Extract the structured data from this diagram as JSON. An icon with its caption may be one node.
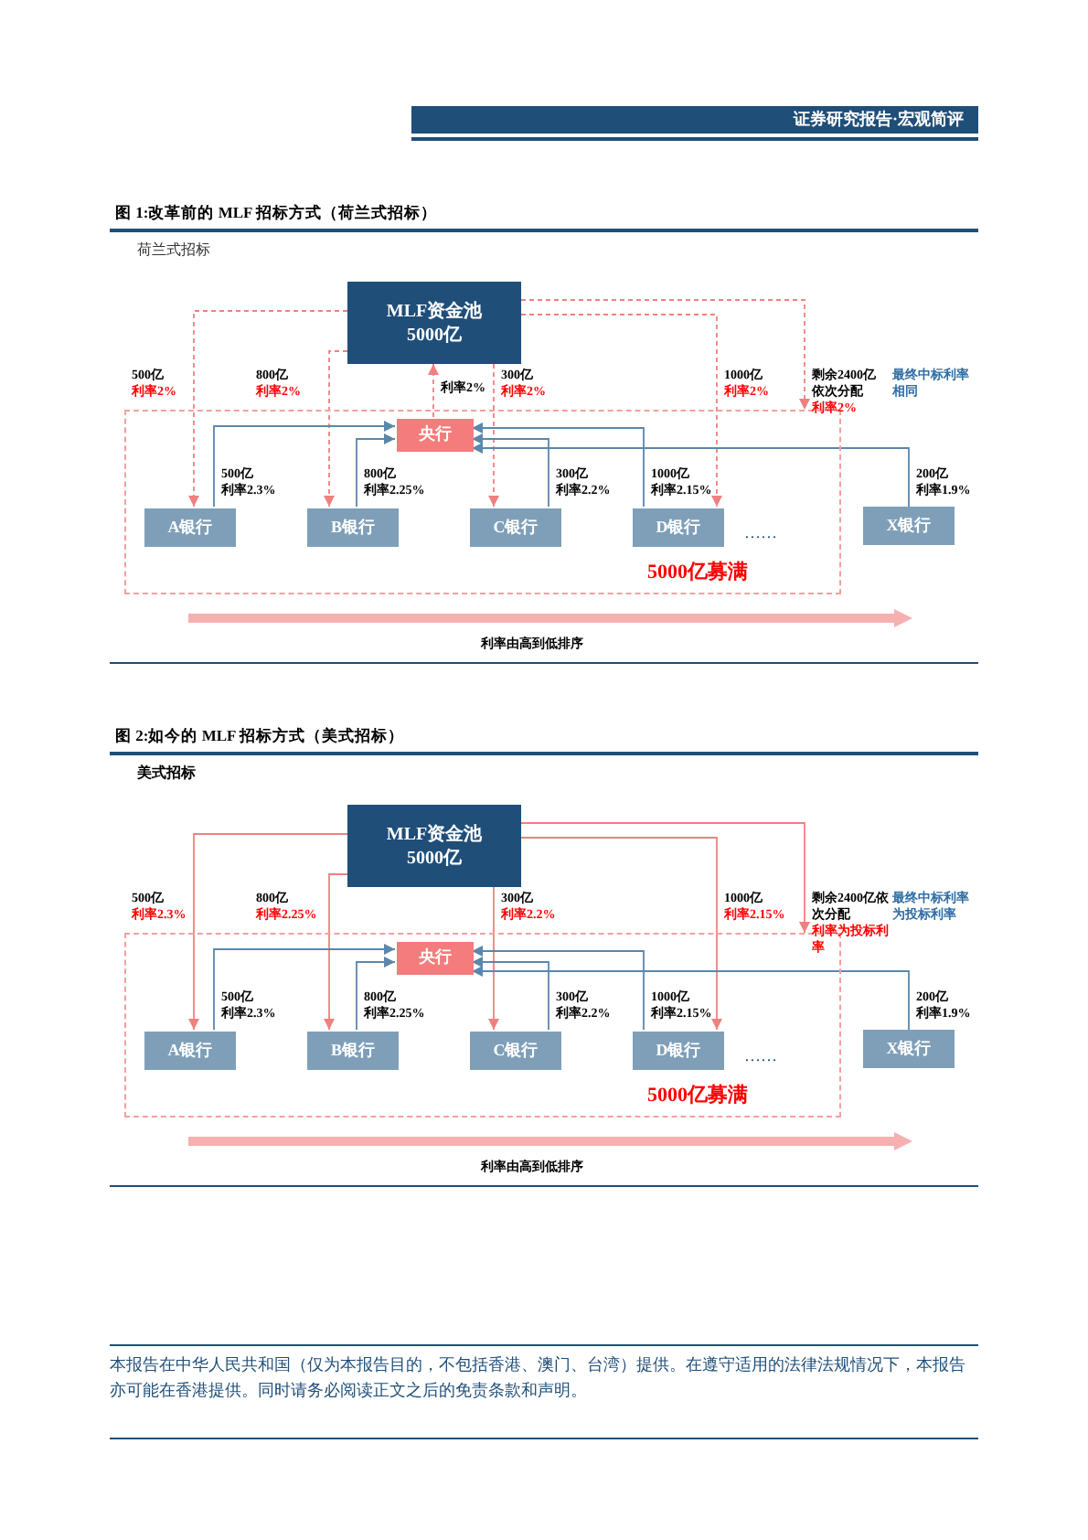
{
  "diagram": {
    "nodes": [
      {
        "text": [
          "MLF资金池 5000亿"
        ]
      },
      {
        "text": [
          "5000亿募满"
        ]
      },
      {
        "text": [
          "央行"
        ],
        "in": 1
      },
      {
        "text": [
          "A银行"
        ],
        "in": 1
      },
      {
        "text": [
          "B银行"
        ],
        "in": 1
      },
      {
        "text": [
          "C银行"
        ],
        "in": 1
      },
      {
        "text": [
          "D银行"
        ],
        "in": 1
      },
      {
        "text": [
          "X银行"
        ]
      },
      {
        "text": [
          "MLF资金池 5000亿"
        ]
      },
      {
        "text": [
          "5000亿募满"
        ]
      },
      {
        "text": [
          "央行"
        ],
        "in": 9
      },
      {
        "text": [
          "A银行"
        ],
        "in": 9
      },
      {
        "text": [
          "B银行"
        ],
        "in": 9
      },
      {
        "text": [
          "C银行"
        ],
        "in": 9
      },
      {
        "text": [
          "D银行"
        ],
        "in": 9
      },
      {
        "text": [
          "X银行"
        ]
      }
    ],
    "edges": [
      {
        "from": 0,
        "to": 3,
        "arrow": "to",
        "label": "500亿利率2%",
        "style": "dashed"
      },
      {
        "from": 0,
        "to": 4,
        "arrow": "to",
        "label": "800亿利率2%",
        "style": "dashed"
      },
      {
        "from": 2,
        "to": 0,
        "arrow": "to",
        "label": "利率2%",
        "style": "dashed"
      },
      {
        "from": 0,
        "to": 5,
        "arrow": "to",
        "label": "300亿利率2%",
        "style": "dashed"
      },
      {
        "from": 0,
        "to": 6,
        "arrow": "to",
        "label": "1000亿利率2%",
        "style": "dashed"
      },
      {
        "from": 0,
        "to": 1,
        "arrow": "to",
        "label": "剩余2400亿依次分配利率2%",
        "style": "dashed"
      },
      {
        "from": 3,
        "to": 2,
        "arrow": "to",
        "label": "500亿利率2.3%",
        "color": "#5b87ab"
      },
      {
        "from": 4,
        "to": 2,
        "arrow": "to",
        "label": "800亿利率2.25%",
        "color": "#5b87ab"
      },
      {
        "from": 5,
        "to": 2,
        "arrow": "to",
        "label": "300亿利率2.2%",
        "color": "#5b87ab"
      },
      {
        "from": 6,
        "to": 2,
        "arrow": "to",
        "label": "1000亿利率2.15%",
        "color": "#5b87ab"
      },
      {
        "from": 7,
        "to": 2,
        "arrow": "to",
        "label": "200亿利率1.9%",
        "color": "#5b87ab"
      },
      {
        "from": 8,
        "to": 11,
        "arrow": "to",
        "label": "500亿利率2.3%"
      },
      {
        "from": 8,
        "to": 12,
        "arrow": "to",
        "label": "800亿利率2.25%"
      },
      {
        "from": 8,
        "to": 13,
        "arrow": "to",
        "label": "300亿利率2.2%"
      },
      {
        "from": 8,
        "to": 14,
        "arrow": "to",
        "label": "1000亿利率2.15%"
      },
      {
        "from": 8,
        "to": 9,
        "arrow": "to",
        "label": "剩余2400亿依次分配利率为投标利率"
      },
      {
        "from": 11,
        "to": 10,
        "arrow": "to",
        "label": "500亿利率2.3%",
        "color": "#5b87ab"
      },
      {
        "from": 12,
        "to": 10,
        "arrow": "to",
        "label": "800亿利率2.25%",
        "color": "#5b87ab"
      },
      {
        "from": 13,
        "to": 10,
        "arrow": "to",
        "label": "300亿利率2.2%",
        "color": "#5b87ab"
      },
      {
        "from": 14,
        "to": 10,
        "arrow": "to",
        "label": "1000亿利率2.15%",
        "color": "#5b87ab"
      },
      {
        "from": 15,
        "to": 10,
        "arrow": "to",
        "label": "200亿利率1.9%",
        "color": "#5b87ab"
      }
    ],
    "labels": [
      "证券研究报告·宏观简评",
      "图 1:改革前的 MLF 招标方式（荷兰式招标）",
      "荷兰式招标",
      "最终中标利率相同",
      "……",
      "利率由高到低排序",
      "图 2:如今的 MLF 招标方式（美式招标）",
      "美式招标",
      "最终中标利率为投标利率",
      "……",
      "利率由高到低排序",
      "本报告在中华人民共和国（仅为本报告目的，不包括香港、澳门、台湾）提供。在遵守适用的法律法规情况下，本报告亦可能在香港提供。同时请务必阅读正文之后的免责条款和声明。"
    ]
  }
}
